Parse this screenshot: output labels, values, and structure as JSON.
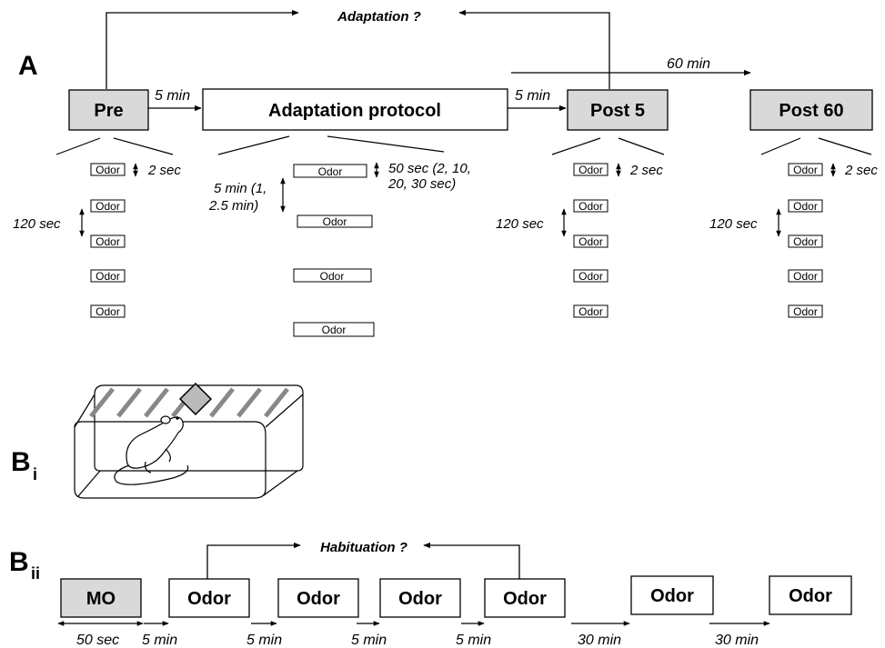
{
  "panel_a": {
    "label": "A",
    "question": "Adaptation ?",
    "boxes": {
      "pre": "Pre",
      "protocol": "Adaptation protocol",
      "post5": "Post 5",
      "post60": "Post 60"
    },
    "intervals": {
      "pre_to_protocol": "5 min",
      "protocol_to_post5": "5 min",
      "post5_to_post60": "60 min"
    },
    "odor_label": "Odor",
    "test_stim_duration": "2 sec",
    "test_interval": "120 sec",
    "protocol_stim_duration": "50 sec (2, 10, 20, 30 sec)",
    "protocol_interval": "5 min (1, 2.5 min)",
    "colors": {
      "box_fill": "#d9d9d9",
      "outline": "#000000"
    }
  },
  "panel_bi": {
    "label": "B",
    "subscript": "i",
    "icons": [
      "cage-icon",
      "mouse-icon",
      "odor-port-icon"
    ],
    "colors": {
      "stripe": "#888888",
      "port_fill": "#bbbbbb"
    }
  },
  "panel_bii": {
    "label": "B",
    "subscript": "ii",
    "question": "Habituation ?",
    "boxes": [
      "MO",
      "Odor",
      "Odor",
      "Odor",
      "Odor",
      "Odor",
      "Odor"
    ],
    "mo_duration": "50 sec",
    "intervals": [
      "5 min",
      "5 min",
      "5 min",
      "5 min",
      "30 min",
      "30 min"
    ],
    "colors": {
      "mo_fill": "#d9d9d9"
    }
  }
}
